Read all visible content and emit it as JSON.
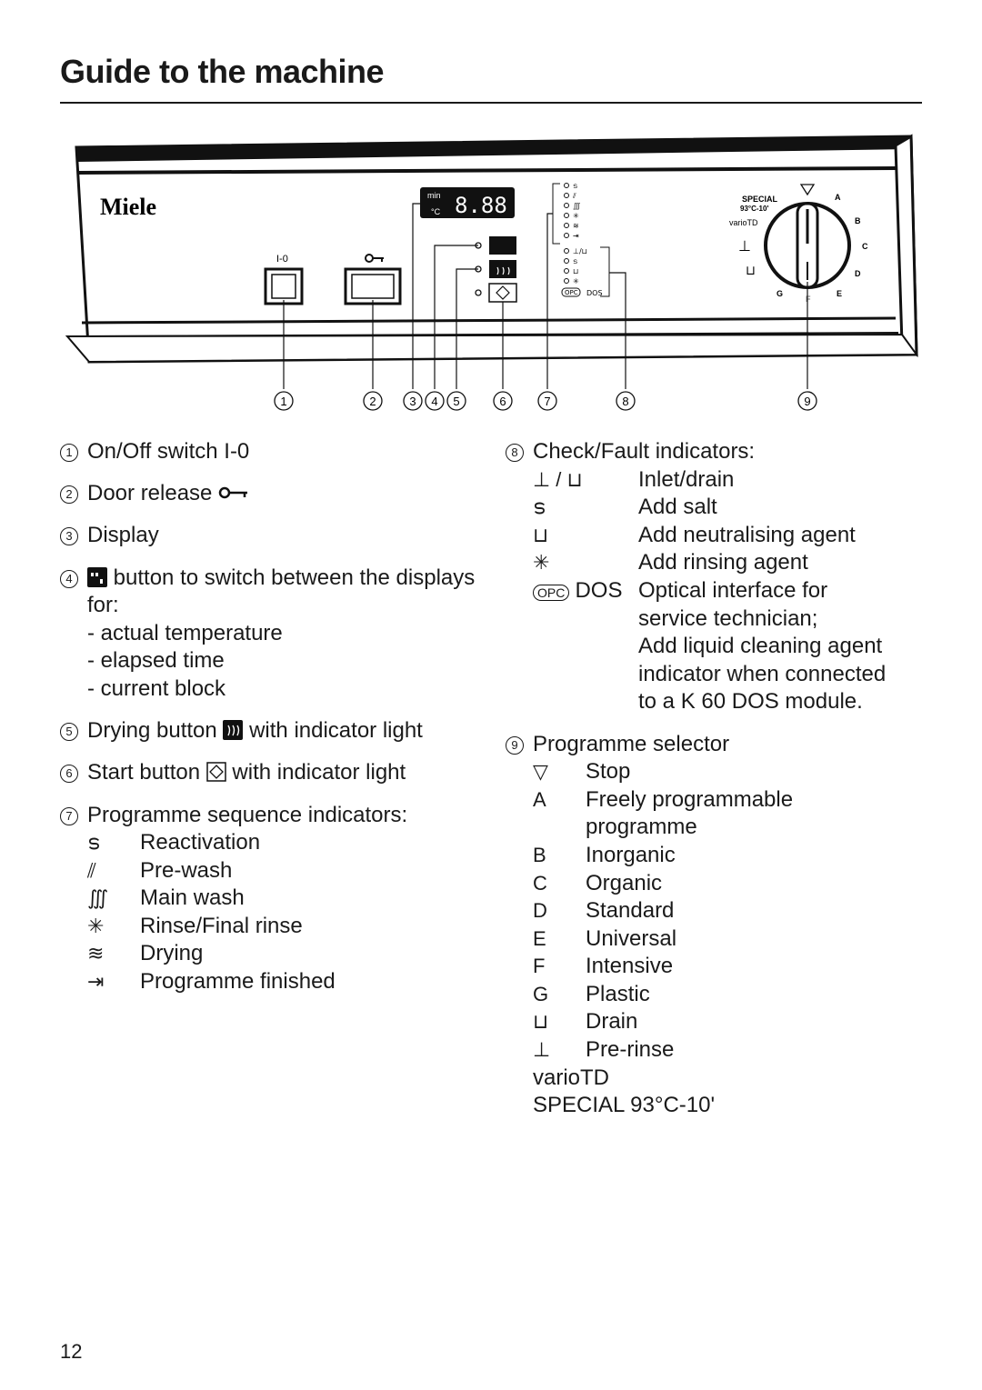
{
  "page": {
    "title": "Guide to the machine",
    "page_number": "12"
  },
  "panel": {
    "brand": "Miele",
    "switch_label": "I-0",
    "display_unit_min": "min",
    "display_unit_c": "°C",
    "display_value": "8.88",
    "dial_special": "SPECIAL",
    "dial_special_temp": "93°C-10'",
    "dial_variotd": "varioTD",
    "dial_letters": [
      "A",
      "B",
      "C",
      "D",
      "E",
      "F",
      "G"
    ],
    "opc_label": "OPC",
    "dos_label": "DOS",
    "callouts": [
      "1",
      "2",
      "3",
      "4",
      "5",
      "6",
      "7",
      "8",
      "9"
    ]
  },
  "legend_left": {
    "item1": {
      "num": "1",
      "text": "On/Off switch I-0"
    },
    "item2": {
      "num": "2",
      "text": "Door release"
    },
    "item3": {
      "num": "3",
      "text": "Display"
    },
    "item4": {
      "num": "4",
      "text": "button to switch between the displays for:",
      "lines": [
        "- actual temperature",
        "- elapsed time",
        "- current block"
      ]
    },
    "item5": {
      "num": "5",
      "text_before": "Drying button",
      "text_after": "with indicator light"
    },
    "item6": {
      "num": "6",
      "text_before": "Start button",
      "text_after": "with indicator light"
    },
    "item7": {
      "num": "7",
      "text": "Programme sequence indicators:",
      "subs": [
        {
          "icon": "reactivation-icon",
          "label": "Reactivation"
        },
        {
          "icon": "prewash-icon",
          "label": "Pre-wash"
        },
        {
          "icon": "mainwash-icon",
          "label": "Main wash"
        },
        {
          "icon": "rinse-icon",
          "label": "Rinse/Final rinse"
        },
        {
          "icon": "drying-icon",
          "label": "Drying"
        },
        {
          "icon": "finished-icon",
          "label": "Programme finished"
        }
      ]
    }
  },
  "legend_right": {
    "item8": {
      "num": "8",
      "text": "Check/Fault indicators:",
      "subs": [
        {
          "icon": "inlet-drain-icon",
          "label": "Inlet/drain"
        },
        {
          "icon": "salt-icon",
          "label": "Add salt"
        },
        {
          "icon": "neutralising-icon",
          "label": "Add neutralising agent"
        },
        {
          "icon": "rinsing-agent-icon",
          "label": "Add rinsing agent"
        }
      ],
      "opc_prefix": "DOS",
      "opc_lines": [
        "Optical interface for",
        "service technician;",
        "Add liquid cleaning agent",
        "indicator when connected",
        "to a K 60 DOS module."
      ]
    },
    "item9": {
      "num": "9",
      "text": "Programme selector",
      "subs": [
        {
          "key": "",
          "icon": "stop-icon",
          "label": "Stop"
        },
        {
          "key": "A",
          "label": "Freely programmable"
        },
        {
          "key": "",
          "label": "programme"
        },
        {
          "key": "B",
          "label": "Inorganic"
        },
        {
          "key": "C",
          "label": "Organic"
        },
        {
          "key": "D",
          "label": "Standard"
        },
        {
          "key": "E",
          "label": "Universal"
        },
        {
          "key": "F",
          "label": "Intensive"
        },
        {
          "key": "G",
          "label": "Plastic"
        },
        {
          "key": "",
          "icon": "drain-icon",
          "label": "Drain"
        },
        {
          "key": "",
          "icon": "prerinse-icon",
          "label": "Pre-rinse"
        }
      ],
      "tail": [
        "varioTD",
        "SPECIAL 93°C-10'"
      ]
    }
  }
}
